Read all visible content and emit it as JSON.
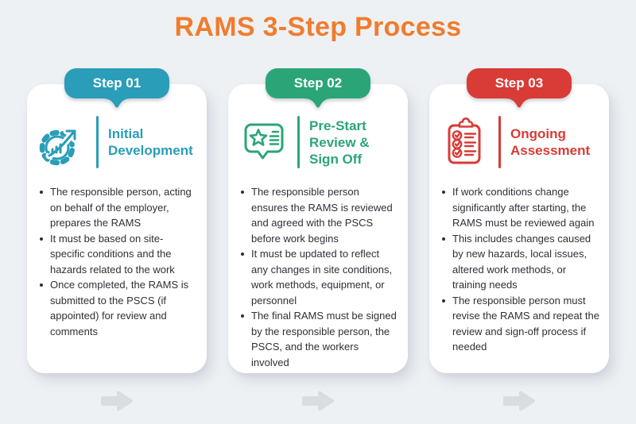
{
  "page": {
    "title": "RAMS 3-Step Process",
    "title_color": "#F07C2D",
    "background_color": "#EEF1F4",
    "body_text_color": "#2F3037"
  },
  "cards": [
    {
      "step_label": "Step 01",
      "heading": "Initial\nDevelopment",
      "color": "#2A9DB8",
      "icon": "gear-growth-icon",
      "bullets": [
        "The responsible person, acting on behalf of the employer, prepares the RAMS",
        "It must be based on site-specific conditions and the hazards related to the work",
        "Once completed, the RAMS is submitted to the PSCS (if appointed) for review and comments"
      ]
    },
    {
      "step_label": "Step 02",
      "heading": "Pre-Start\nReview &\nSign Off",
      "color": "#2BA578",
      "icon": "star-speech-bubble-icon",
      "bullets": [
        "The responsible person ensures the RAMS is reviewed and agreed with the PSCS before work begins",
        "It must be updated to reflect any changes in site conditions, work methods, equipment, or personnel",
        "The final RAMS must be signed by the responsible person, the PSCS, and the workers involved"
      ]
    },
    {
      "step_label": "Step 03",
      "heading": "Ongoing\nAssessment",
      "color": "#D93B36",
      "icon": "checklist-clipboard-icon",
      "bullets": [
        "If work conditions change significantly after starting, the RAMS must be reviewed again",
        "This includes changes caused by new hazards, local issues, altered work methods, or training needs",
        "The responsible person must revise the RAMS and repeat the review and sign-off process if needed"
      ]
    }
  ],
  "footer": {
    "arrow_icon": "right-arrow-icon",
    "arrow_color": "#D9DCE1"
  }
}
